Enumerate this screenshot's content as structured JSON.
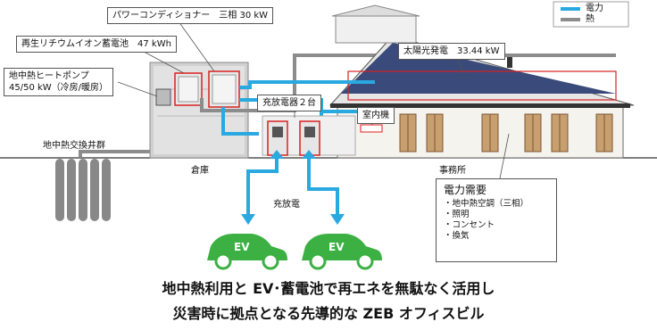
{
  "legend": {
    "items": [
      {
        "label": "電力",
        "color": "#2aa8e0"
      },
      {
        "label": "熱",
        "color": "#8c8c8c"
      }
    ]
  },
  "labels": {
    "power_conditioner": "パワーコンディショナー　三相 30 kW",
    "battery": "再生リチウムイオン蓄電池　47 kWh",
    "heat_pump_line1": "地中熱ヒートポンプ",
    "heat_pump_line2": "45/50 kW（冷房/暖房）",
    "solar": "太陽光発電　33.44 kW",
    "chargers": "充放電器２台",
    "indoor_unit": "室内機",
    "ground_heat_wells": "地中熱交換井群",
    "warehouse": "倉庫",
    "office": "事務所",
    "charge_discharge": "充放電"
  },
  "demand": {
    "title": "電力需要",
    "items": [
      "地中熱空調（三相）",
      "照明",
      "コンセント",
      "換気"
    ]
  },
  "ev": {
    "label": "EV",
    "color": "#3cb043"
  },
  "colors": {
    "power": "#2aa8e0",
    "heat": "#8c8c8c",
    "highlight": "#d92020"
  },
  "caption": {
    "line1": "地中熱利用と EV･蓄電池で再エネを無駄なく活用し",
    "line2": "災害時に拠点となる先導的な ZEB オフィスビル"
  }
}
